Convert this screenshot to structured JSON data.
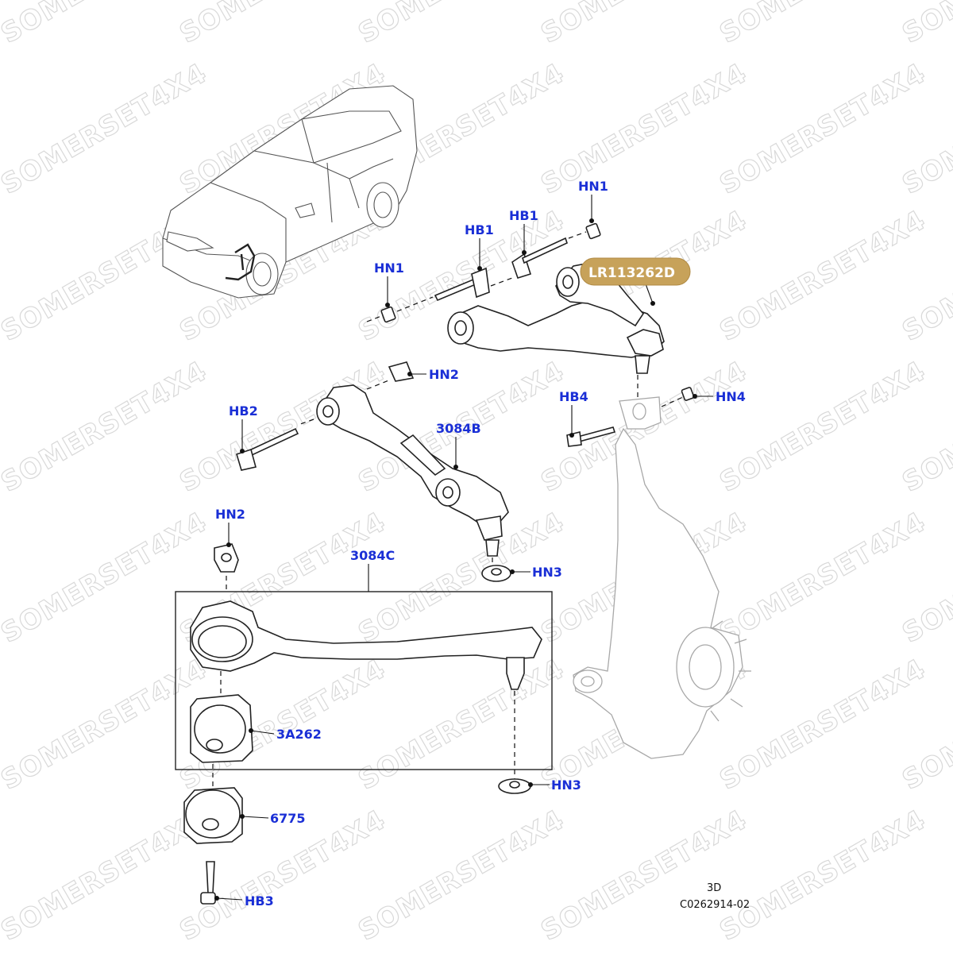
{
  "watermark_text": "SOMERSET4X4",
  "highlight_part": "LR113262D",
  "callouts": {
    "hn1_top": "HN1",
    "hb1_top": "HB1",
    "hb1_mid": "HB1",
    "hn1_left": "HN1",
    "hn2_top": "HN2",
    "hb2": "HB2",
    "p3084b": "3084B",
    "hb4": "HB4",
    "hn4": "HN4",
    "hn2_low": "HN2",
    "hn3_mid": "HN3",
    "p3084c": "3084C",
    "p3a262": "3A262",
    "hn3_low": "HN3",
    "p6775": "6775",
    "hb3": "HB3"
  },
  "footer": {
    "view": "3D",
    "drawing_number": "C0262914-02"
  }
}
